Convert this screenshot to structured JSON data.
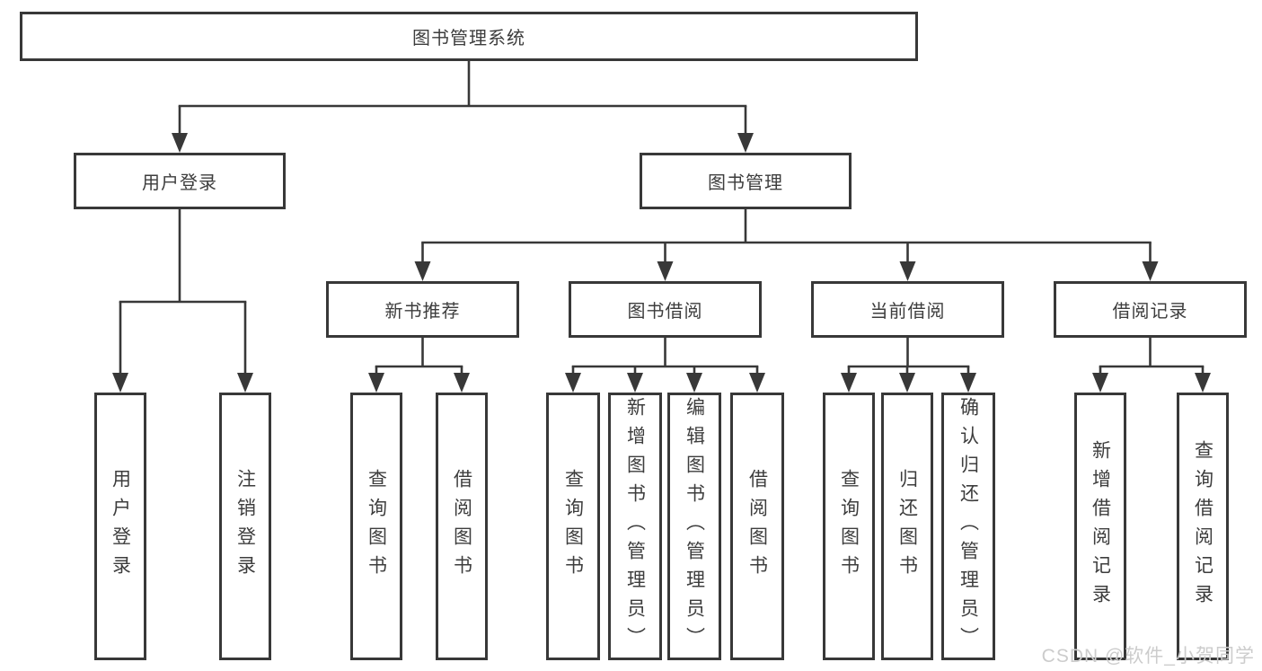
{
  "diagram_title": "图书管理系统",
  "watermark": "CSDN @软件_小贺同学",
  "colors": {
    "line": "#383838",
    "box_border": "#383838",
    "box_fill": "#ffffff",
    "text": "#3d3d3d",
    "background": "#ffffff",
    "watermark_text": "#cccccc"
  },
  "tree": {
    "id": "root",
    "label": "图书管理系统",
    "children": [
      {
        "id": "login",
        "label": "用户登录",
        "children": [
          {
            "id": "login-user",
            "label": "用户登录"
          },
          {
            "id": "login-logout",
            "label": "注销登录"
          }
        ]
      },
      {
        "id": "mgmt",
        "label": "图书管理",
        "children": [
          {
            "id": "recommend",
            "label": "新书推荐",
            "children": [
              {
                "id": "rec-query",
                "label": "查询图书"
              },
              {
                "id": "rec-borrow",
                "label": "借阅图书"
              }
            ]
          },
          {
            "id": "borrow",
            "label": "图书借阅",
            "children": [
              {
                "id": "bor-query",
                "label": "查询图书"
              },
              {
                "id": "bor-add",
                "label": "新增图书（管理员）"
              },
              {
                "id": "bor-edit",
                "label": "编辑图书（管理员）"
              },
              {
                "id": "bor-borrow",
                "label": "借阅图书"
              }
            ]
          },
          {
            "id": "current",
            "label": "当前借阅",
            "children": [
              {
                "id": "cur-query",
                "label": "查询图书"
              },
              {
                "id": "cur-return",
                "label": "归还图书"
              },
              {
                "id": "cur-confirm",
                "label": "确认归还（管理员）"
              }
            ]
          },
          {
            "id": "records",
            "label": "借阅记录",
            "children": [
              {
                "id": "rec2-add",
                "label": "新增借阅记录"
              },
              {
                "id": "rec2-query",
                "label": "查询借阅记录"
              }
            ]
          }
        ]
      }
    ]
  }
}
